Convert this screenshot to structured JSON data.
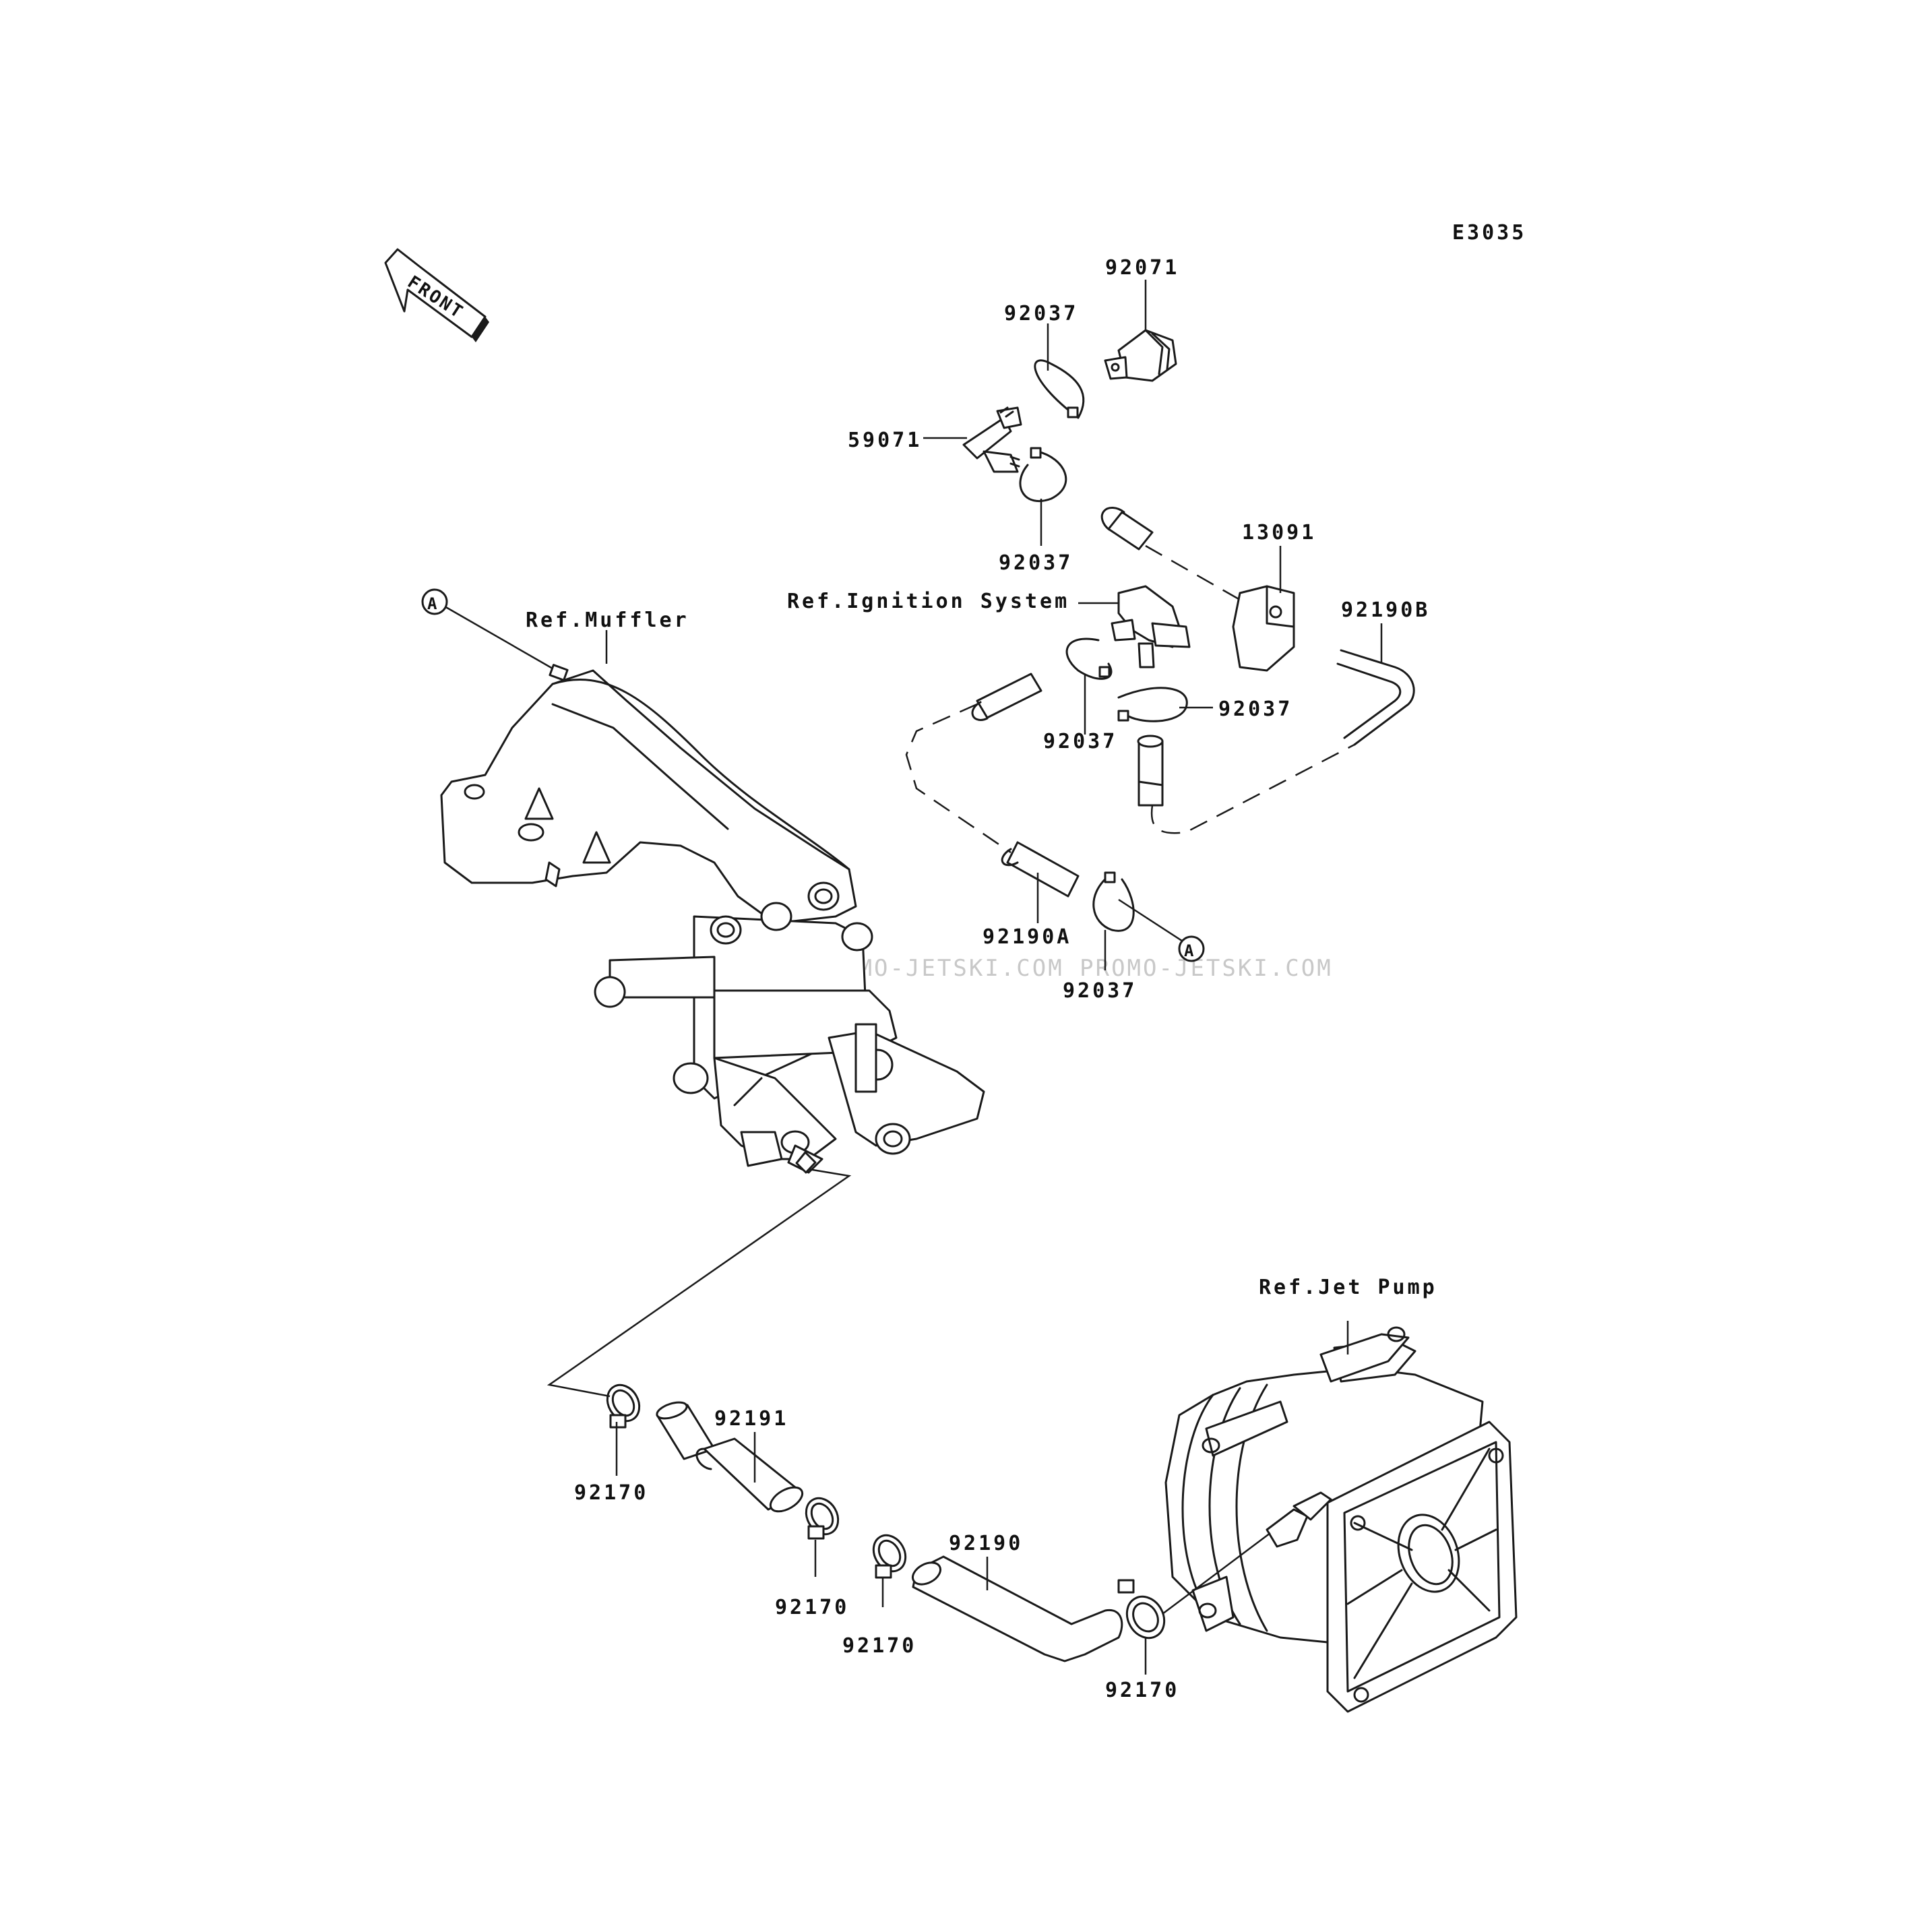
{
  "diagram_code": "E3035",
  "front_label": "FRONT",
  "ref_labels": {
    "muffler": "Ref.Muffler",
    "ignition": "Ref.Ignition System",
    "jet_pump": "Ref.Jet Pump"
  },
  "marker": "A",
  "parts": [
    {
      "id": "p-92071",
      "number": "92071"
    },
    {
      "id": "p-92037-top",
      "number": "92037"
    },
    {
      "id": "p-59071",
      "number": "59071"
    },
    {
      "id": "p-92037-mid",
      "number": "92037"
    },
    {
      "id": "p-13091",
      "number": "13091"
    },
    {
      "id": "p-92190b",
      "number": "92190B"
    },
    {
      "id": "p-92037-right",
      "number": "92037"
    },
    {
      "id": "p-92037-left",
      "number": "92037"
    },
    {
      "id": "p-92190a",
      "number": "92190A"
    },
    {
      "id": "p-92037-bottom",
      "number": "92037"
    },
    {
      "id": "p-92191",
      "number": "92191"
    },
    {
      "id": "p-92170-a",
      "number": "92170"
    },
    {
      "id": "p-92170-b",
      "number": "92170"
    },
    {
      "id": "p-92170-c",
      "number": "92170"
    },
    {
      "id": "p-92190",
      "number": "92190"
    },
    {
      "id": "p-92170-d",
      "number": "92170"
    }
  ],
  "watermark": "JETSKI.COM  PROMO-JETSKI.COM  PROMO-JETSKI.COM"
}
